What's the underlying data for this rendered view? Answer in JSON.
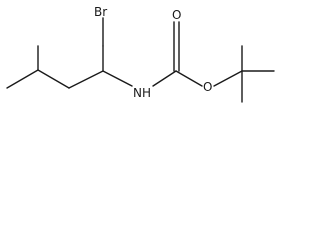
{
  "molecule": {
    "atoms": {
      "br": "Br",
      "nh": "NH",
      "o_carbonyl": "O",
      "o_ester": "O"
    }
  },
  "colors": {
    "bond": "#1a1a1a",
    "background": "#ffffff"
  }
}
